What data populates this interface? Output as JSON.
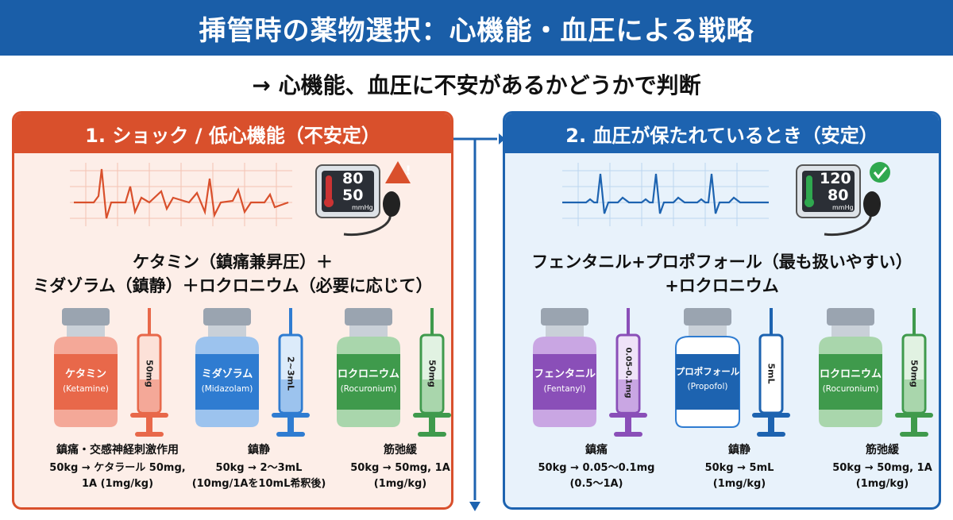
{
  "title": "挿管時の薬物選択：心機能・血圧による戦略",
  "subtitle": "→ 心機能、血圧に不安があるかどうかで判断",
  "panels": {
    "left": {
      "header": "1. ショック / 低心機能（不安定）",
      "bp_sys": "80",
      "bp_dia": "50",
      "bp_unit": "mmHg",
      "status_icon": "warning-icon",
      "regimen_line1": "ケタミン（鎮痛兼昇圧）＋",
      "regimen_line2": "ミダゾラム（鎮静）＋ロクロニウム（必要に応じて）",
      "drugs": [
        {
          "name": "ケタミン",
          "en": "(Ketamine)",
          "dose_on_syringe": "50mg",
          "role": "鎮痛・交感神経刺激作用",
          "dose": "50kg → ケタラール 50mg,\n1A (1mg/kg)",
          "color": "#e8684a"
        },
        {
          "name": "ミダゾラム",
          "en": "(Midazolam)",
          "dose_on_syringe": "2~3mL",
          "role": "鎮静",
          "dose": "50kg → 2〜3mL\n(10mg/1Aを10mL希釈後)",
          "color": "#2f7cd1"
        },
        {
          "name": "ロクロニウム",
          "en": "(Rocuronium)",
          "dose_on_syringe": "50mg",
          "role": "筋弛緩",
          "dose": "50kg → 50mg, 1A\n(1mg/kg)",
          "color": "#3f9a4c"
        }
      ]
    },
    "right": {
      "header": "2. 血圧が保たれているとき（安定）",
      "bp_sys": "120",
      "bp_dia": "80",
      "bp_unit": "mmHg",
      "status_icon": "check-icon",
      "regimen_line1": "フェンタニル+プロポフォール（最も扱いやすい）",
      "regimen_line2": "+ロクロニウム",
      "drugs": [
        {
          "name": "フェンタニル",
          "en": "(Fentanyl)",
          "dose_on_syringe": "0.05-0.1mg",
          "role": "鎮痛",
          "dose": "50kg → 0.05〜0.1mg\n(0.5〜1A)",
          "color": "#8a4fb8"
        },
        {
          "name": "プロポフォール",
          "en": "(Propofol)",
          "dose_on_syringe": "5mL",
          "role": "鎮静",
          "dose": "50kg → 5mL\n(1mg/kg)",
          "color": "#f4f7fb"
        },
        {
          "name": "ロクロニウム",
          "en": "(Rocuronium)",
          "dose_on_syringe": "50mg",
          "role": "筋弛緩",
          "dose": "50kg → 50mg, 1A\n(1mg/kg)",
          "color": "#3f9a4c"
        }
      ]
    }
  },
  "colors": {
    "title_bg": "#1a5ea8",
    "left_accent": "#d9502c",
    "right_accent": "#1d63b0"
  }
}
